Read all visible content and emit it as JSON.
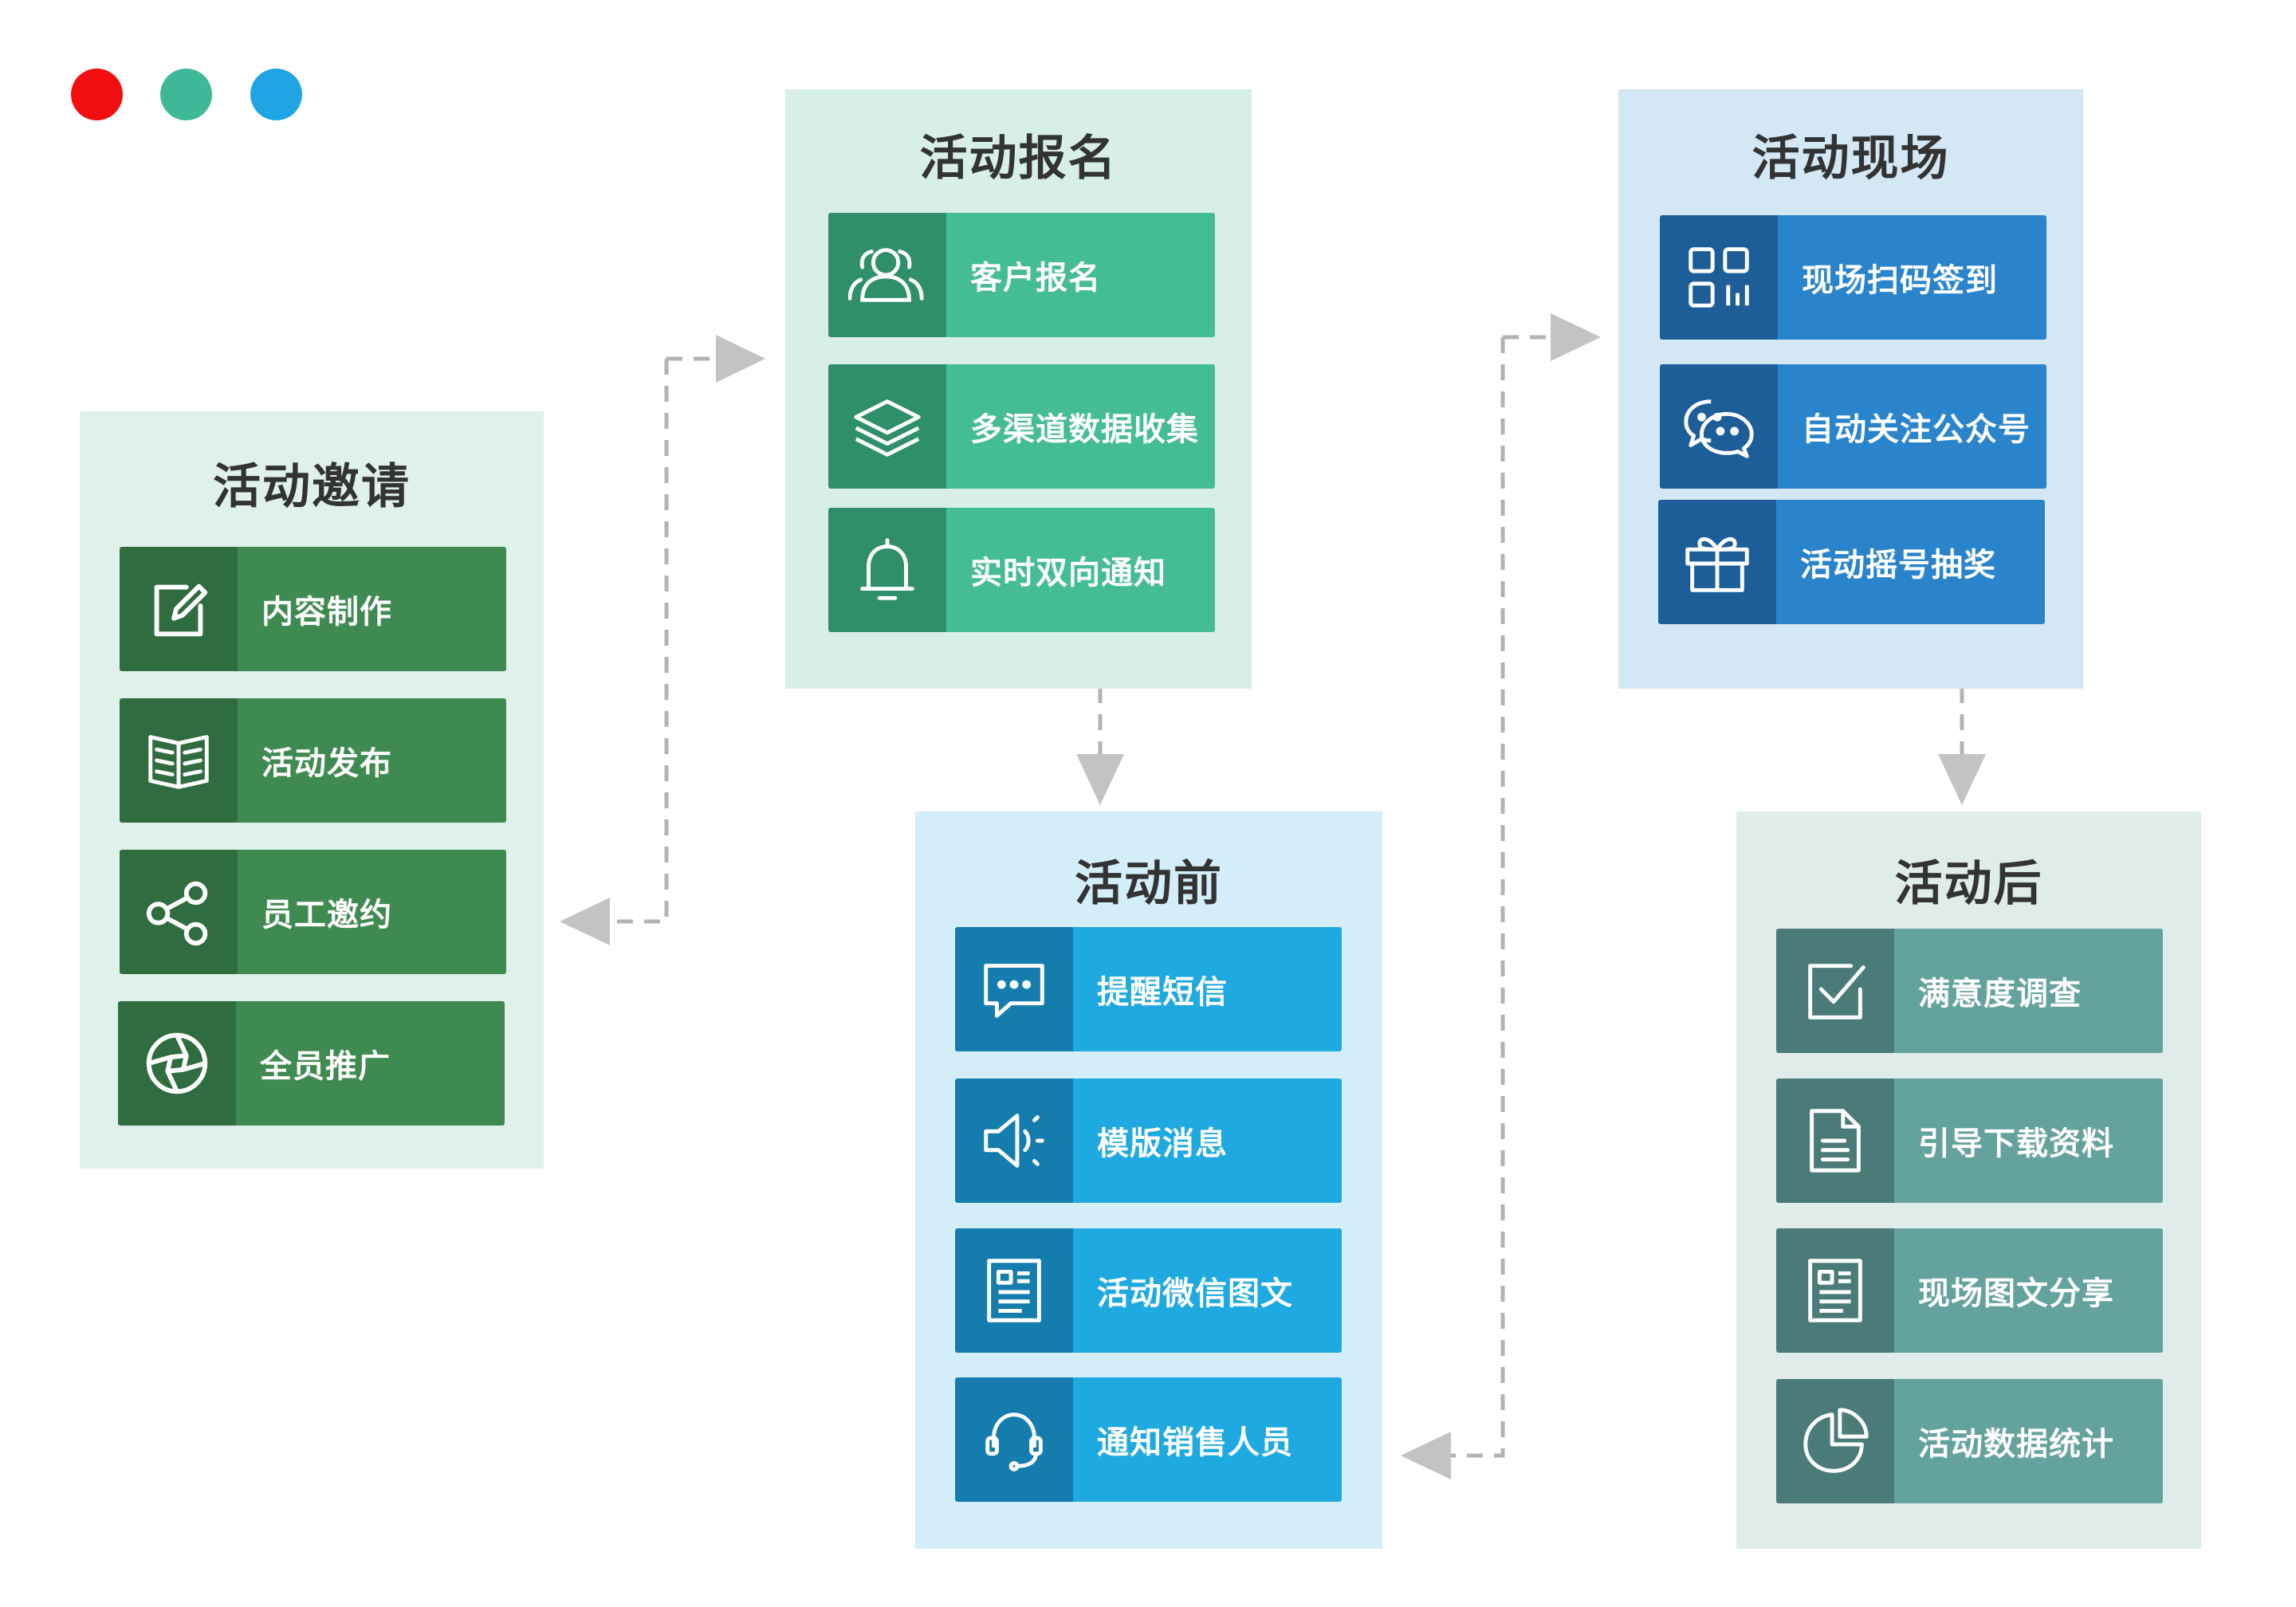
{
  "window_controls": [
    {
      "name": "close",
      "color": "#f20d11"
    },
    {
      "name": "minimize",
      "color": "#3fb897"
    },
    {
      "name": "maximize",
      "color": "#1fa5e3"
    }
  ],
  "panels": {
    "invite": {
      "title": "活动邀请",
      "items": [
        {
          "label": "内容制作",
          "icon": "edit-icon"
        },
        {
          "label": "活动发布",
          "icon": "open-book-icon"
        },
        {
          "label": "员工邀约",
          "icon": "share-icon"
        },
        {
          "label": "全员推广",
          "icon": "aperture-icon"
        }
      ]
    },
    "signup": {
      "title": "活动报名",
      "items": [
        {
          "label": "客户报名",
          "icon": "users-icon"
        },
        {
          "label": "多渠道数据收集",
          "icon": "layers-icon"
        },
        {
          "label": "实时双向通知",
          "icon": "bell-icon"
        }
      ]
    },
    "before": {
      "title": "活动前",
      "items": [
        {
          "label": "提醒短信",
          "icon": "chat-bubble-icon"
        },
        {
          "label": "模版消息",
          "icon": "speaker-icon"
        },
        {
          "label": "活动微信图文",
          "icon": "article-icon"
        },
        {
          "label": "通知销售人员",
          "icon": "headset-icon"
        }
      ]
    },
    "onsite": {
      "title": "活动现场",
      "items": [
        {
          "label": "现场扫码签到",
          "icon": "qr-code-icon"
        },
        {
          "label": "自动关注公众号",
          "icon": "wechat-icon"
        },
        {
          "label": "活动摇号抽奖",
          "icon": "gift-icon"
        }
      ]
    },
    "after": {
      "title": "活动后",
      "items": [
        {
          "label": "满意度调查",
          "icon": "checkbox-icon"
        },
        {
          "label": "引导下载资料",
          "icon": "document-icon"
        },
        {
          "label": "现场图文分享",
          "icon": "article-icon"
        },
        {
          "label": "活动数据统计",
          "icon": "pie-chart-icon"
        }
      ]
    }
  },
  "colors": {
    "invite": {
      "panel": "#dff1ea",
      "dark": "#2f6c3f",
      "light": "#3f8a51"
    },
    "signup": {
      "panel": "#d8efe8",
      "dark": "#2f8f6b",
      "light": "#45bd94"
    },
    "before": {
      "panel": "#d3eef9",
      "dark": "#147dad",
      "light": "#1ea9e1"
    },
    "onsite": {
      "panel": "#d3e7f5",
      "dark": "#1d5e99",
      "light": "#2a84cc"
    },
    "after": {
      "panel": "#e0ecea",
      "dark": "#4a7b78",
      "light": "#64a29d"
    },
    "connector": "#b3b3b3"
  }
}
